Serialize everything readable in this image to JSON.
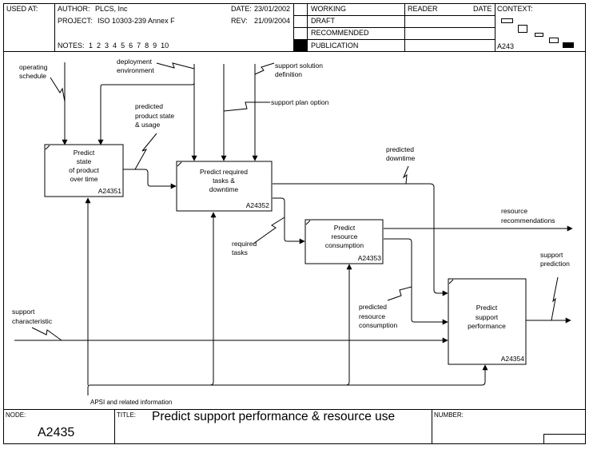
{
  "header": {
    "used_at_label": "USED AT:",
    "author_label": "AUTHOR:",
    "author_value": "PLCS, Inc",
    "project_label": "PROJECT:",
    "project_value": "ISO 10303-239 Annex F",
    "notes_label": "NOTES:",
    "notes": [
      "1",
      "2",
      "3",
      "4",
      "5",
      "6",
      "7",
      "8",
      "9",
      "10"
    ],
    "date_label": "DATE:",
    "date_value": "23/01/2002",
    "rev_label": "REV:",
    "rev_value": "21/09/2004",
    "status": [
      {
        "label": "WORKING",
        "selected": false
      },
      {
        "label": "DRAFT",
        "selected": false
      },
      {
        "label": "RECOMMENDED",
        "selected": false
      },
      {
        "label": "PUBLICATION",
        "selected": true
      }
    ],
    "reader_label": "READER",
    "reader_date_label": "DATE",
    "context_label": "CONTEXT:",
    "context_node": "A243"
  },
  "diagram": {
    "boxes": [
      {
        "id": "box1",
        "lines": [
          "Predict",
          "state",
          "of product",
          "over time"
        ],
        "number": "A24351"
      },
      {
        "id": "box2",
        "lines": [
          "Predict required",
          "tasks &",
          "downtime"
        ],
        "number": "A24352"
      },
      {
        "id": "box3",
        "lines": [
          "Predict",
          "resource",
          "consumption"
        ],
        "number": "A24353"
      },
      {
        "id": "box4",
        "lines": [
          "Predict",
          "support",
          "performance"
        ],
        "number": "A24354"
      }
    ],
    "arrows": {
      "operating_schedule": [
        "operating",
        "schedule"
      ],
      "deployment_environment": [
        "deployment",
        "environment"
      ],
      "support_solution_definition": [
        "support solution",
        "definition"
      ],
      "support_plan_option": [
        "support plan option"
      ],
      "predicted_product_state": [
        "predicted",
        "product state",
        "& usage"
      ],
      "predicted_downtime": [
        "predicted",
        "downtime"
      ],
      "resource_recommendations": [
        "resource",
        "recommendations"
      ],
      "support_prediction": [
        "support",
        "prediction"
      ],
      "required_tasks": [
        "required",
        "tasks"
      ],
      "predicted_resource_consumption": [
        "predicted",
        "resource",
        "consumption"
      ],
      "support_characteristic": [
        "support",
        "characteristic"
      ],
      "apsi": [
        "APSI and related information"
      ]
    }
  },
  "footer": {
    "node_label": "NODE:",
    "node_value": "A2435",
    "title_label": "TITLE:",
    "title_value": "Predict support performance & resource use",
    "number_label": "NUMBER:"
  }
}
